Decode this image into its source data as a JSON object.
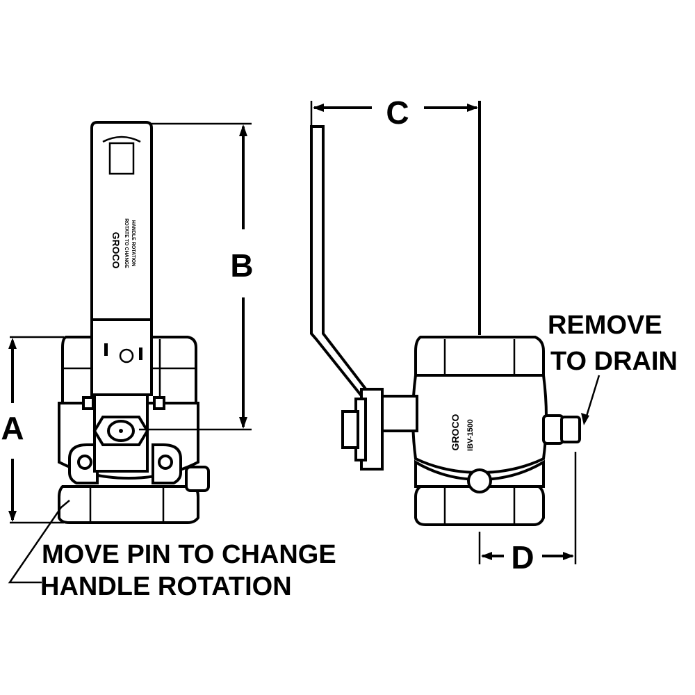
{
  "dimensions": {
    "a": "A",
    "b": "B",
    "c": "C",
    "d": "D"
  },
  "notes": {
    "remove_line1": "REMOVE",
    "remove_line2": "TO DRAIN",
    "pin_line1": "MOVE PIN TO CHANGE",
    "pin_line2": "HANDLE ROTATION"
  },
  "markings": {
    "brand": "GROCO",
    "handle_text_1": "ROTATE TO CHANGE",
    "handle_text_2": "HANDLE ROTATION",
    "model": "IBV-1500"
  },
  "colors": {
    "ink": "#000000",
    "paper": "#ffffff"
  }
}
